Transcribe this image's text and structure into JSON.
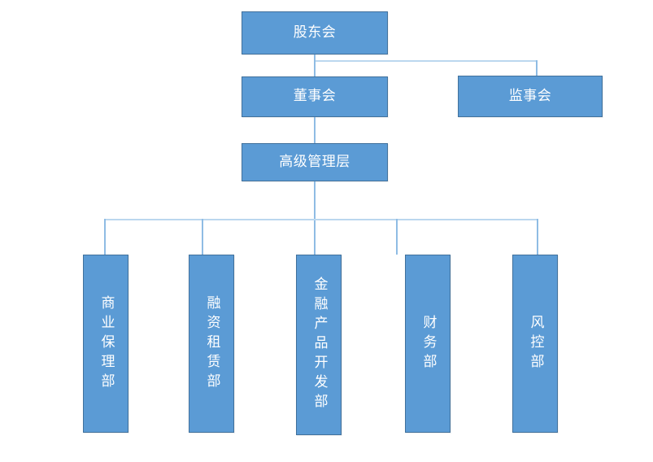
{
  "chart_data": {
    "type": "diagram",
    "subtype": "organization-chart",
    "title": "",
    "orientation": "top-down",
    "palette": {
      "node_fill": "#5B9BD5",
      "node_border": "#41719C",
      "node_text": "#FFFFFF",
      "connector": "#8FBCE4",
      "connector_soft": "#BBD7EF",
      "background": "#FFFFFF"
    },
    "nodes": [
      {
        "id": "shareholders",
        "label": "股东会",
        "level": 0,
        "orientation": "horizontal"
      },
      {
        "id": "board",
        "label": "董事会",
        "level": 1,
        "orientation": "horizontal"
      },
      {
        "id": "supervisors",
        "label": "监事会",
        "level": 1,
        "orientation": "horizontal"
      },
      {
        "id": "management",
        "label": "高级管理层",
        "level": 2,
        "orientation": "horizontal"
      },
      {
        "id": "dept-factoring",
        "label": "商业保理部",
        "level": 3,
        "orientation": "vertical"
      },
      {
        "id": "dept-leasing",
        "label": "融资租赁部",
        "level": 3,
        "orientation": "vertical"
      },
      {
        "id": "dept-product",
        "label": "金融产品开发部",
        "level": 3,
        "orientation": "vertical"
      },
      {
        "id": "dept-finance",
        "label": "财务部",
        "level": 3,
        "orientation": "vertical"
      },
      {
        "id": "dept-risk",
        "label": "风控部",
        "level": 3,
        "orientation": "vertical"
      }
    ],
    "edges": [
      {
        "from": "shareholders",
        "to": "board"
      },
      {
        "from": "shareholders",
        "to": "supervisors"
      },
      {
        "from": "board",
        "to": "management"
      },
      {
        "from": "management",
        "to": "dept-factoring"
      },
      {
        "from": "management",
        "to": "dept-leasing"
      },
      {
        "from": "management",
        "to": "dept-product"
      },
      {
        "from": "management",
        "to": "dept-finance"
      },
      {
        "from": "management",
        "to": "dept-risk"
      }
    ]
  },
  "nodes": {
    "shareholders": {
      "label": "股东会"
    },
    "board": {
      "label": "董事会"
    },
    "supervisors": {
      "label": "监事会"
    },
    "management": {
      "label": "高级管理层"
    },
    "departments": [
      {
        "label": "商业保理部"
      },
      {
        "label": "融资租赁部"
      },
      {
        "label": "金融产品开发部"
      },
      {
        "label": "财务部"
      },
      {
        "label": "风控部"
      }
    ]
  }
}
